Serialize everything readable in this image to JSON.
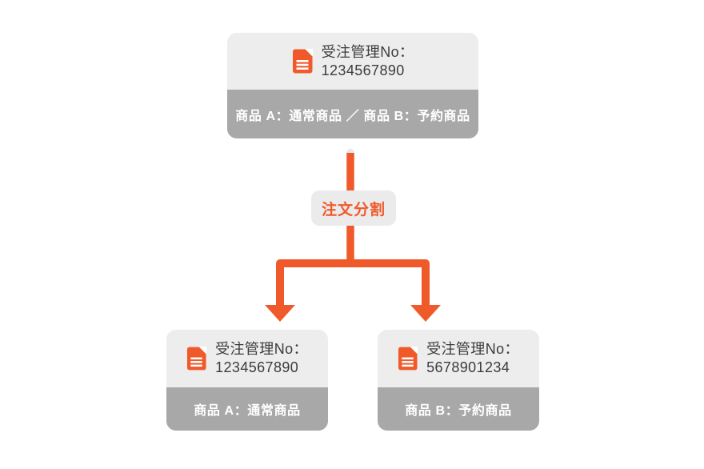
{
  "top_card": {
    "title": "受注管理No：",
    "number": "1234567890",
    "footer": "商品 A：通常商品 ／ 商品 B：予約商品"
  },
  "split_label": {
    "text": "注文分割"
  },
  "left_card": {
    "title": "受注管理No：",
    "number": "1234567890",
    "footer": "商品 A：通常商品"
  },
  "right_card": {
    "title": "受注管理No：",
    "number": "5678901234",
    "footer": "商品 B：予約商品"
  },
  "icons": {
    "document": "document-icon"
  },
  "colors": {
    "accent_orange": "#F05A2B",
    "card_light": "#EDEDED",
    "card_gray": "#A8A8A8",
    "label_bg": "#EBEBEB",
    "text_dark": "#3C3C3C",
    "text_light": "#FFFFFF",
    "background": "#FFFFFF"
  }
}
